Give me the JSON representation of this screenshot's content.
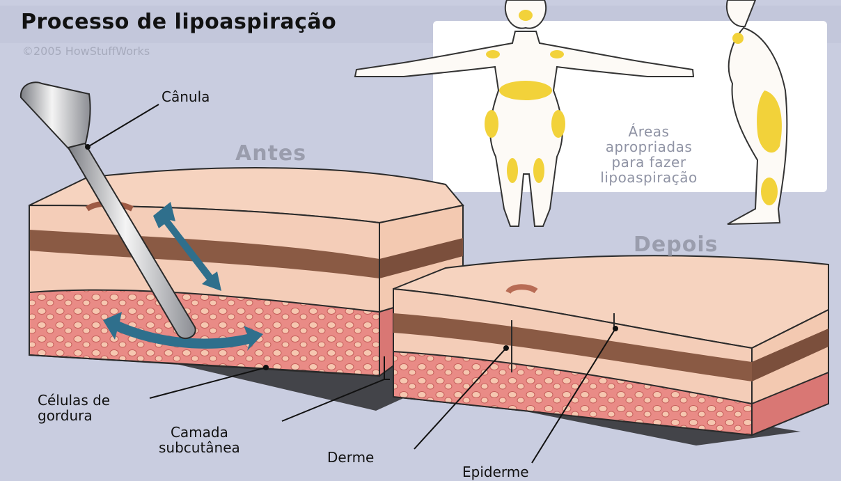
{
  "header": {
    "title": "Processo de lipoaspiração",
    "copyright": "©2005 HowStuffWorks"
  },
  "labels": {
    "canula": "Cânula",
    "antes": "Antes",
    "depois": "Depois",
    "areas_line1": "Áreas",
    "areas_line2": "apropriadas",
    "areas_line3": "para fazer",
    "areas_line4": "lipoaspiração",
    "celulas_line1": "Células de",
    "celulas_line2": "gordura",
    "camada_line1": "Camada",
    "camada_line2": "subcutânea",
    "derme": "Derme",
    "epiderme": "Epiderme"
  },
  "colors": {
    "background": "#c9cde0",
    "skin_surface": "#f6d3bf",
    "dermis_brown": "#8a5a44",
    "fat_pink": "#e88a86",
    "arrow_blue": "#2f6f8c",
    "highlight_yellow": "#f2d23a"
  }
}
